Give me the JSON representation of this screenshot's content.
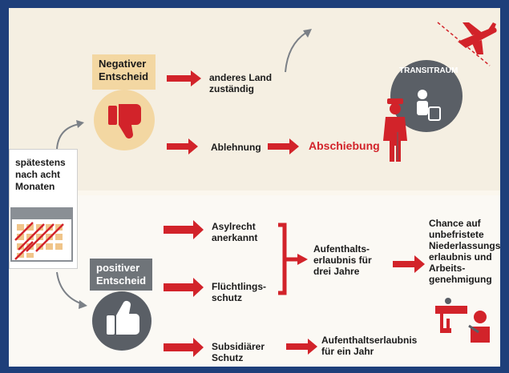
{
  "flow": {
    "timing_label": "spätestens nach acht Monaten",
    "negative": {
      "label": "Negativer Entscheid",
      "branch_other_country": "anderes Land zuständig",
      "branch_rejection": "Ablehnung",
      "deportation": "Abschiebung",
      "transit_label": "TRANSITRAUM"
    },
    "positive": {
      "label": "positiver Entscheid",
      "asylum": "Asylrecht anerkannt",
      "refugee": "Flüchtlings- schutz",
      "subsidiary": "Subsidiärer Schutz",
      "permit_three_years": "Aufenthalts- erlaubnis für drei Jahre",
      "permit_one_year": "Aufenthaltserlaubnis für ein Jahr",
      "chance": "Chance auf unbefristete Niederlassungs- erlaubnis und Arbeits- genehmigung"
    }
  },
  "colors": {
    "arrow_red": "#d2232a",
    "frame_blue": "#1e3f7a",
    "badge_negative": "#f3d7a2",
    "badge_positive": "#6f7479",
    "icon_grey": "#5a5f66"
  }
}
